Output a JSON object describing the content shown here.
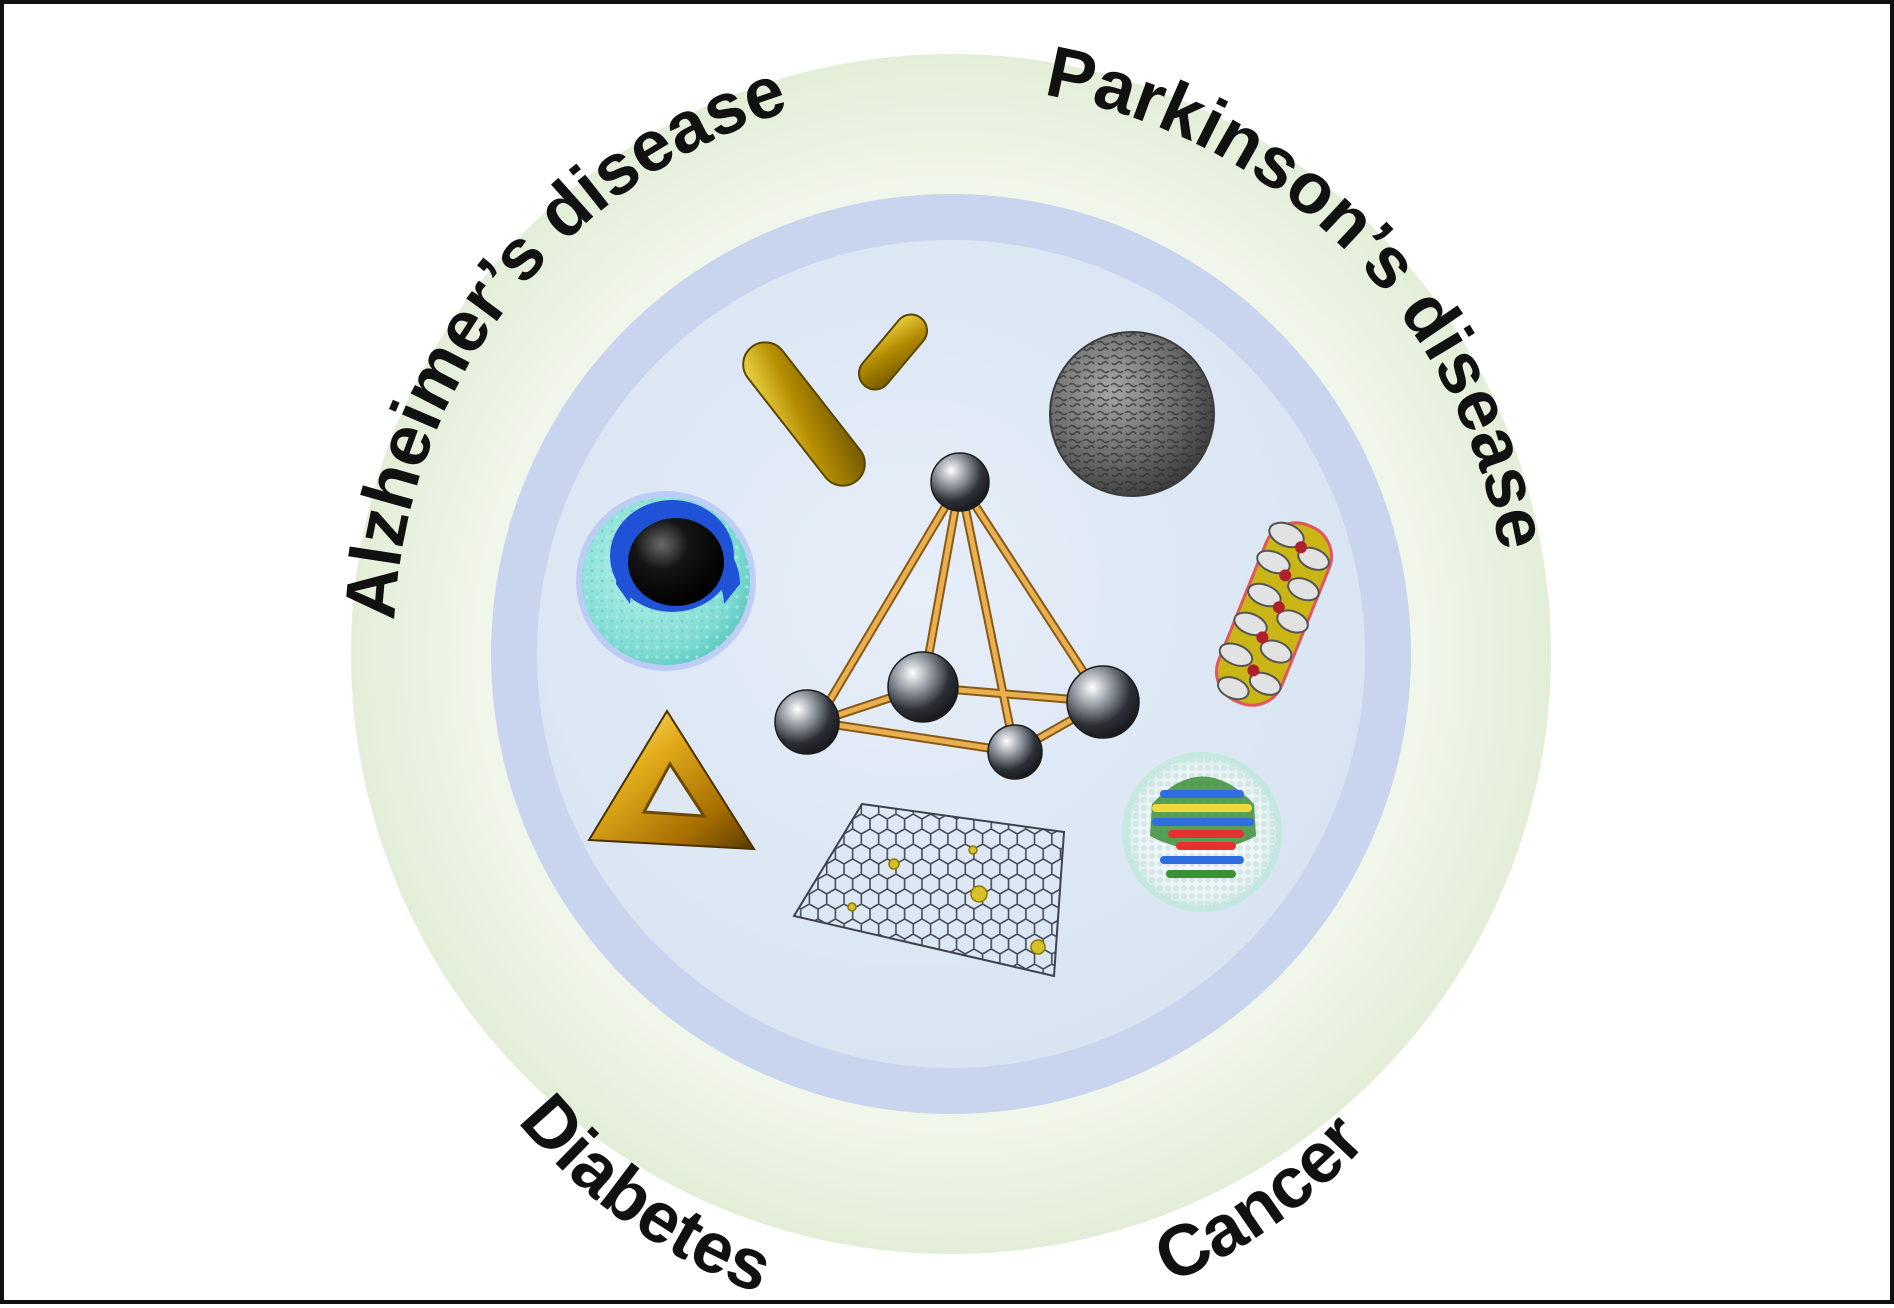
{
  "diseases": {
    "alzheimers": "Alzheimer’s disease",
    "parkinsons": "Parkinson’s disease",
    "diabetes": "Diabetes",
    "cancer": "Cancer"
  },
  "nanomaterials": [
    {
      "name": "gold-nanorods-icon"
    },
    {
      "name": "porous-silica-sphere-icon"
    },
    {
      "name": "core-shell-nanoparticle-icon"
    },
    {
      "name": "dna-tetrahedron-icon"
    },
    {
      "name": "coated-nanorod-icon"
    },
    {
      "name": "gold-nanotriangle-icon"
    },
    {
      "name": "graphene-sheet-icon"
    },
    {
      "name": "nanocage-sphere-icon"
    }
  ],
  "colors": {
    "outer_ring": "#e6f0dc",
    "middle_ring": "#c6d3ec",
    "inner_disk": "#dde8f3",
    "text": "#111111",
    "gold": "#c8a000",
    "strut": "#d39a38",
    "cyan_shell": "#8fe3db",
    "blue_shell": "#1a4fd0"
  }
}
